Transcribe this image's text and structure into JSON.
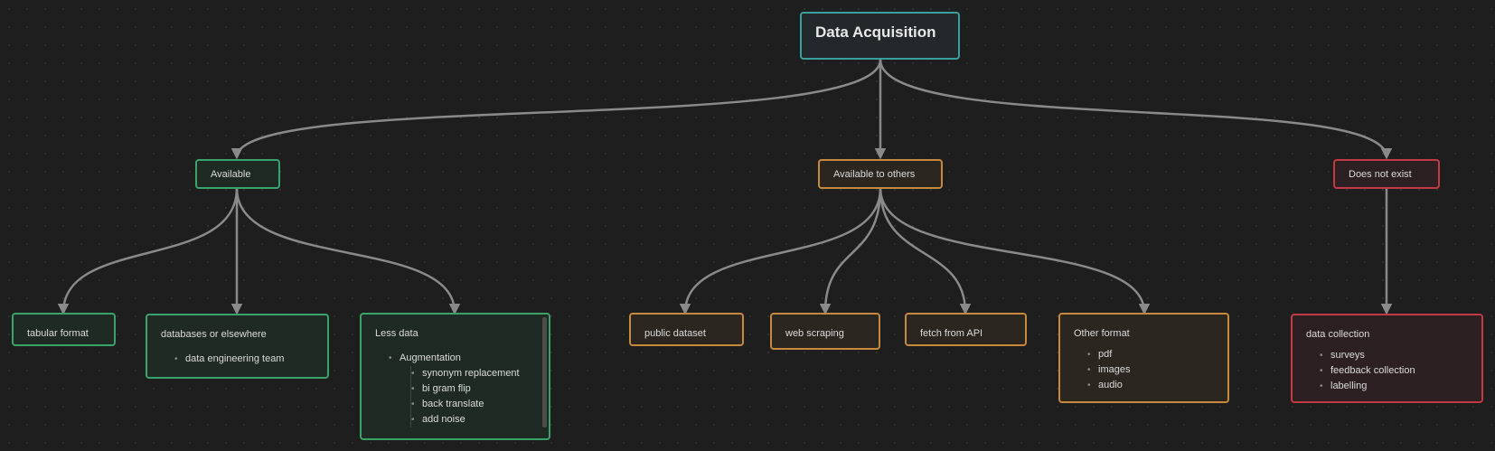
{
  "root": {
    "title": "Data Acquisition"
  },
  "available": {
    "label": "Available",
    "tabular": "tabular format",
    "databases": {
      "title": "databases or elsewhere",
      "items": [
        "data engineering team"
      ]
    },
    "less_data": {
      "title": "Less data",
      "augmentation": "Augmentation",
      "items": [
        "synonym replacement",
        "bi gram flip",
        "back translate",
        "add noise"
      ]
    }
  },
  "others": {
    "label": "Available to others",
    "public": "public dataset",
    "scraping": "web scraping",
    "api": "fetch from API",
    "other_format": {
      "title": "Other format",
      "items": [
        "pdf",
        "images",
        "audio"
      ]
    }
  },
  "not_exist": {
    "label": "Does not exist",
    "collection": {
      "title": "data collection",
      "items": [
        "surveys",
        "feedback collection",
        "labelling"
      ]
    }
  },
  "colors": {
    "edge": "#8a8a8a",
    "root": "#3a9f9f",
    "green": "#3aa36a",
    "orange": "#c78a3c",
    "red": "#c23b44"
  }
}
